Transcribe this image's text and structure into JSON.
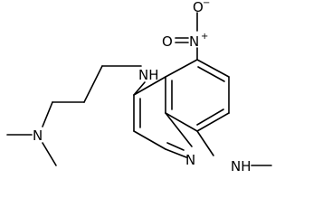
{
  "molecule": {
    "atoms": {
      "nitro_o_top": "O",
      "nitro_o_top_charge": "−",
      "nitro_n": "N",
      "nitro_n_charge": "+",
      "nitro_o_left": "O",
      "amine_n_4": "NH",
      "dimethylamino_n": "N",
      "ring_n": "N",
      "amine_n_8": "NH"
    }
  }
}
